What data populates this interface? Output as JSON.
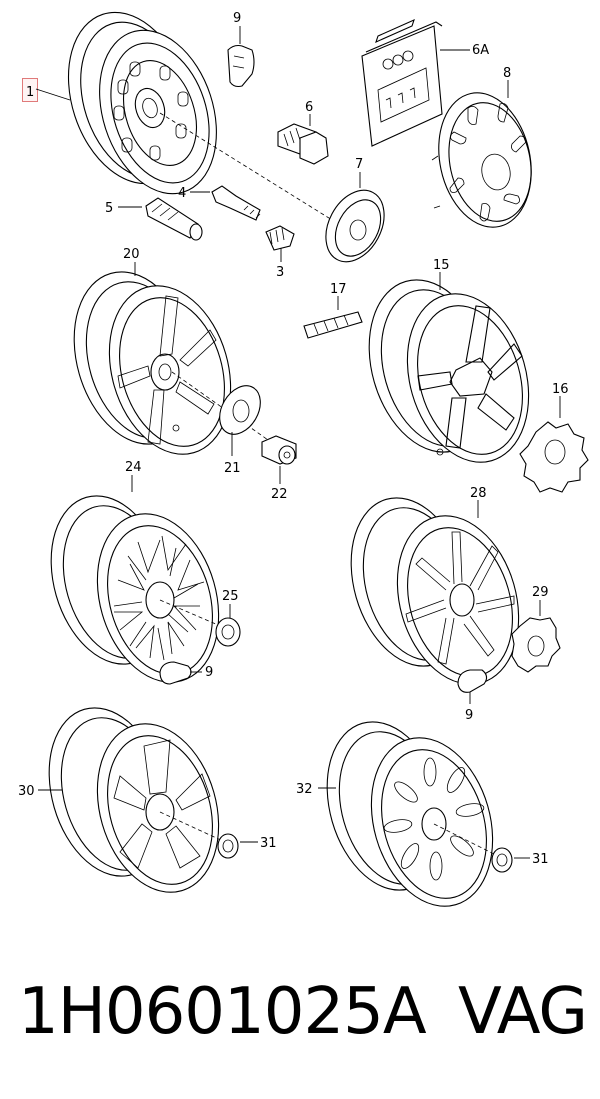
{
  "labels": {
    "p1": "1",
    "p3": "3",
    "p4": "4",
    "p5": "5",
    "p6": "6",
    "p6a": "6A",
    "p7": "7",
    "p8": "8",
    "p9a": "9",
    "p9b": "9",
    "p9c": "9",
    "p15": "15",
    "p16": "16",
    "p17": "17",
    "p20": "20",
    "p21": "21",
    "p22": "22",
    "p24": "24",
    "p25": "25",
    "p28": "28",
    "p29": "29",
    "p30": "30",
    "p31a": "31",
    "p31b": "31",
    "p32": "32"
  },
  "footer": {
    "part_number": "1H0601025A",
    "brand": "VAG"
  }
}
